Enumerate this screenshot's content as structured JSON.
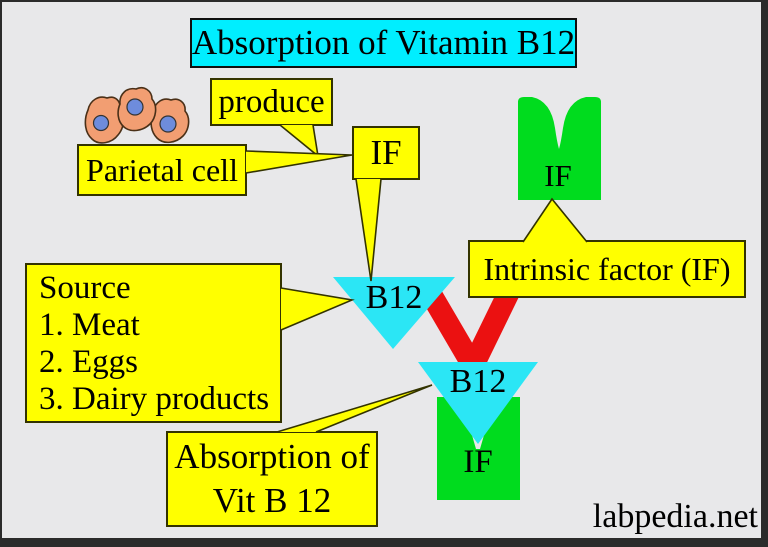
{
  "title": {
    "label": "Absorption of Vitamin B12"
  },
  "callouts": {
    "produce": "produce",
    "parietal_cell": "Parietal cell",
    "if_small": "IF",
    "intrinsic_factor": "Intrinsic factor (IF)",
    "absorption_line1": "Absorption of",
    "absorption_line2": "Vit B 12"
  },
  "source_box": {
    "heading": "Source",
    "items": [
      "1. Meat",
      "2. Eggs",
      "3. Dairy products"
    ]
  },
  "molecules": {
    "b12_free": "B12",
    "b12_bound": "B12",
    "if_receptor": "IF",
    "if_bound": "IF"
  },
  "watermark": "labpedia.net",
  "colors": {
    "callout_yellow": "#FFFF00",
    "cyan": "#00EEFF",
    "triangle_cyan": "#2BE6F5",
    "green": "#00DC1E",
    "red": "#EB1111",
    "cell_fill": "#F29E72",
    "nucleus": "#6E8CDC",
    "background": "#E8E8EA",
    "frame": "#2B2B2B",
    "outline": "#333300"
  }
}
